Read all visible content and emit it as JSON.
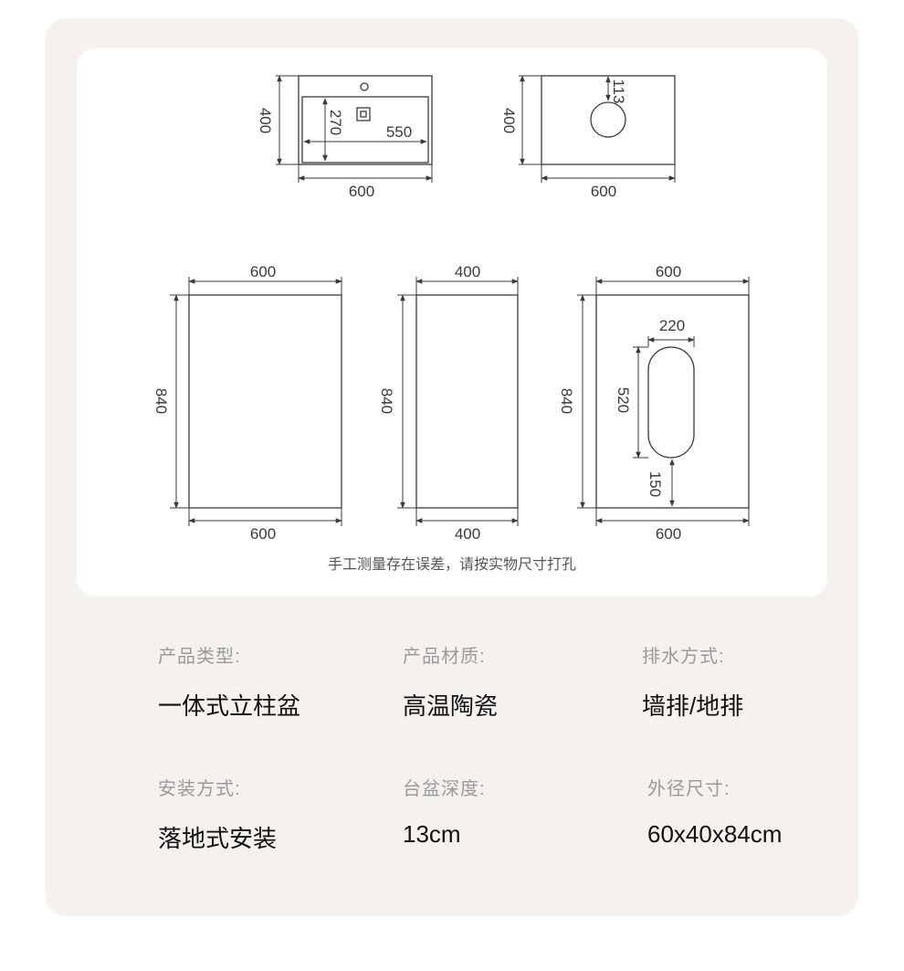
{
  "drawings": {
    "top_left": {
      "height": "400",
      "inner_depth": "270",
      "inner_width": "550",
      "width": "600"
    },
    "top_right": {
      "height": "400",
      "hole_offset": "113",
      "width": "600"
    },
    "front": {
      "top_width": "600",
      "height": "840",
      "bottom_width": "600"
    },
    "side": {
      "top_width": "400",
      "height": "840",
      "bottom_width": "400"
    },
    "back": {
      "top_width": "600",
      "height": "840",
      "bottom_width": "600",
      "opening_width": "220",
      "opening_height": "520",
      "bottom_offset": "150"
    }
  },
  "note": "手工测量存在误差，请按实物尺寸打孔",
  "specs": [
    {
      "label": "产品类型:",
      "value": "一体式立柱盆"
    },
    {
      "label": "产品材质:",
      "value": "高温陶瓷"
    },
    {
      "label": "排水方式:",
      "value": "墙排/地排"
    },
    {
      "label": "安装方式:",
      "value": "落地式安装"
    },
    {
      "label": "台盆深度:",
      "value": "13cm"
    },
    {
      "label": "外径尺寸:",
      "value": "60x40x84cm"
    }
  ],
  "colors": {
    "outer_background": "#f5f2ed",
    "panel": "#ffffff",
    "line": "#3a3a3a",
    "label": "#9a9a9a",
    "value": "#111111"
  }
}
